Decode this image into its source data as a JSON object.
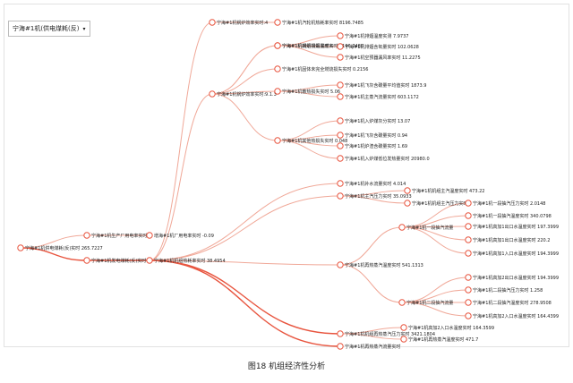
{
  "selector": {
    "value": "宁海#1机(供电煤耗(反)",
    "caret": "▾"
  },
  "caption": "图18 机组经济性分析",
  "nodes": [
    {
      "id": "root",
      "label": "宁海#1机供电煤耗(反)实时 265.7227"
    },
    {
      "id": "n1",
      "label": "宁海#1机生产厂用电率实时"
    },
    {
      "id": "n2",
      "label": "宁海#1机发电煤耗(反)实时"
    },
    {
      "id": "n3",
      "label": "增海#1机厂用电率实时 -0.09"
    },
    {
      "id": "n4",
      "label": "宁海#1机机组热耗率实时 38.4954"
    },
    {
      "id": "n5",
      "label": "宁海#1机锅炉效率实时:4"
    },
    {
      "id": "n6",
      "label": "宁海#1机汽轮机热耗率实时 8196.7485"
    },
    {
      "id": "n7",
      "label": "宁海#1机锅炉排烟温度实时 8196.7485"
    },
    {
      "id": "n8",
      "label": "宁海#1机排烟损失实时:6"
    },
    {
      "id": "n9",
      "label": "宁海#1机排烟温度实测 7.9737"
    },
    {
      "id": "n10",
      "label": "宁海#1机排烟含氧量实时 102.0628"
    },
    {
      "id": "n11",
      "label": "宁海#1机空预器漏风率实时 11.2275"
    },
    {
      "id": "n12",
      "label": "宁海#1机固体未完全燃烧损失实时 0.2156"
    },
    {
      "id": "n13",
      "label": "宁海#1机锅炉效率实时:9.1.3"
    },
    {
      "id": "n14",
      "label": "宁海#1机散热损失实时 5.06"
    },
    {
      "id": "n15",
      "label": "宁海#1机飞灰含碳量平均值实时 1873.9"
    },
    {
      "id": "n16",
      "label": "宁海#1机主蒸汽流量实时 603.1172"
    },
    {
      "id": "n17",
      "label": "宁海#1机其他热损失实时 0.048"
    },
    {
      "id": "n18",
      "label": "宁海#1机入炉煤灰分实时 13.07"
    },
    {
      "id": "n19",
      "label": "宁海#1机飞灰含碳量实时 0.94"
    },
    {
      "id": "n20",
      "label": "宁海#1机炉渣含碳量实时 1.69"
    },
    {
      "id": "n21",
      "label": "宁海#1机入炉煤低位发热量实时 20980.0"
    },
    {
      "id": "n22",
      "label": "宁海#1机补水流量实时 4.014"
    },
    {
      "id": "n23",
      "label": "宁海#1机主汽压力实时 35.0933"
    },
    {
      "id": "n24",
      "label": "宁海#1机机组主汽温度实时 473.22"
    },
    {
      "id": "n25",
      "label": "宁海#1机机组主汽压力实时"
    },
    {
      "id": "n26",
      "label": "宁海#1机一段抽汽压力实时 2.0148"
    },
    {
      "id": "n27",
      "label": "宁海#1机一段抽汽温度实时 340.0798"
    },
    {
      "id": "n28",
      "label": "宁海#1机一段抽汽流量"
    },
    {
      "id": "n29",
      "label": "宁海#1机高加1出口水温度实时 197.3999"
    },
    {
      "id": "n30",
      "label": "宁海#1机高加1出口水温度实时 220.2"
    },
    {
      "id": "n31",
      "label": "宁海#1机高加1入口水温度实时 194.3999"
    },
    {
      "id": "n32",
      "label": "宁海#1机再热蒸汽温度实时 541.1313"
    },
    {
      "id": "n33",
      "label": "宁海#1机高加2出口水温度实时 194.3999"
    },
    {
      "id": "n34",
      "label": "宁海#1机二段抽汽压力实时 1.258"
    },
    {
      "id": "n35",
      "label": "宁海#1机二段抽汽温度实时 278.9508"
    },
    {
      "id": "n36",
      "label": "宁海#1机二段抽汽流量"
    },
    {
      "id": "n37",
      "label": "宁海#1机高加2入口水温度实时 164.4399"
    },
    {
      "id": "n38",
      "label": "宁海#1机机组再热蒸汽压力实时 3421.1804"
    },
    {
      "id": "n39",
      "label": "宁海#1机高加2入口水温度实时 164.3599"
    },
    {
      "id": "n40",
      "label": "宁海#1机再热蒸汽温度实时 471.7"
    },
    {
      "id": "n41",
      "label": "宁海#1机再热蒸汽流量实时"
    }
  ],
  "links": [
    [
      "root",
      "n1"
    ],
    [
      "root",
      "n2"
    ],
    [
      "n1",
      "n3"
    ],
    [
      "n2",
      "n4"
    ],
    [
      "n4",
      "n5"
    ],
    [
      "n4",
      "n13"
    ],
    [
      "n4",
      "n22"
    ],
    [
      "n4",
      "n23"
    ],
    [
      "n4",
      "n32"
    ],
    [
      "n4",
      "n38"
    ],
    [
      "n4",
      "n41"
    ],
    [
      "n5",
      "n6"
    ],
    [
      "n13",
      "n7"
    ],
    [
      "n13",
      "n8"
    ],
    [
      "n13",
      "n12"
    ],
    [
      "n13",
      "n14"
    ],
    [
      "n13",
      "n17"
    ],
    [
      "n8",
      "n9"
    ],
    [
      "n8",
      "n10"
    ],
    [
      "n8",
      "n11"
    ],
    [
      "n14",
      "n15"
    ],
    [
      "n14",
      "n16"
    ],
    [
      "n17",
      "n18"
    ],
    [
      "n17",
      "n19"
    ],
    [
      "n17",
      "n20"
    ],
    [
      "n17",
      "n21"
    ],
    [
      "n23",
      "n24"
    ],
    [
      "n23",
      "n25"
    ],
    [
      "n32",
      "n28"
    ],
    [
      "n32",
      "n36"
    ],
    [
      "n28",
      "n26"
    ],
    [
      "n28",
      "n27"
    ],
    [
      "n28",
      "n29"
    ],
    [
      "n28",
      "n30"
    ],
    [
      "n28",
      "n31"
    ],
    [
      "n36",
      "n33"
    ],
    [
      "n36",
      "n34"
    ],
    [
      "n36",
      "n35"
    ],
    [
      "n36",
      "n37"
    ],
    [
      "n38",
      "n39"
    ],
    [
      "n38",
      "n40"
    ]
  ]
}
